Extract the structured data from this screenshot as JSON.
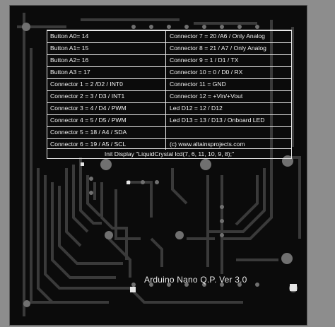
{
  "pin_table": {
    "rows": [
      {
        "left": "Button A0= 14",
        "right": "Connector 7 = 20 /A6 / Only Analog"
      },
      {
        "left": "Button A1= 15",
        "right": "Connector 8 = 21 / A7 / Only Analog"
      },
      {
        "left": "Button A2= 16",
        "right": "Connector 9 = 1 / D1 / TX"
      },
      {
        "left": "Button A3 = 17",
        "right": "Connector 10 = 0 / D0 / RX"
      },
      {
        "left": "Connector 1 = 2 /D2 / INT0",
        "right": "Connector 11 = GND"
      },
      {
        "left": "Connector 2 = 3 / D3 / INT1",
        "right": "Connector 12 = +Vin/+Vout"
      },
      {
        "left": "Connector 3 = 4 / D4 / PWM",
        "right": "Led D12 = 12 / D12"
      },
      {
        "left": "Connector 4 = 5 / D5 / PWM",
        "right": "Led D13 = 13 / D13 / Onboard LED"
      },
      {
        "left": "Connector 5 = 18 / A4 / SDA",
        "right": ""
      },
      {
        "left": "Connector 6 = 19 / A5 / SCL",
        "right": "(c) www.altainsprojects.com"
      }
    ],
    "init_display": "Init Display     \"LiquidCrystal lcd(7, 6, 11, 10, 9, 8);\""
  },
  "board_title": "Arduino Nano Q.P.     Ver 3.0",
  "colors": {
    "background": "#8d8d8d",
    "board": "#0b0b0b",
    "trace": "#3c3c3c",
    "pad": "#707070",
    "text": "#f2f2f2"
  }
}
